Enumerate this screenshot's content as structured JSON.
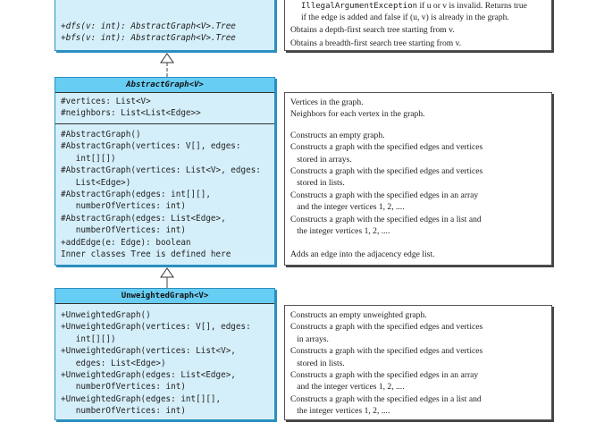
{
  "top_class": {
    "methods": [
      "+dfs(v: int): AbstractGraph<V>.Tree",
      "+bfs(v: int): AbstractGraph<V>.Tree"
    ]
  },
  "top_notes": {
    "exception_code": "IllegalArgumentException",
    "exception_text": " if u or v is invalid. Returns true",
    "line2": "if the edge is added and false if (u, v) is already in the graph.",
    "dfs": "Obtains a depth-first search tree starting from v.",
    "bfs": "Obtains a breadth-first search tree starting from v."
  },
  "abstract_graph": {
    "title": "AbstractGraph<V>",
    "fields": [
      "#vertices: List<V>",
      "#neighbors: List<List<Edge>>"
    ],
    "methods": [
      "#AbstractGraph()",
      "#AbstractGraph(vertices: V[], edges:",
      "   int[][])",
      "#AbstractGraph(vertices: List<V>, edges:",
      "   List<Edge>)",
      "#AbstractGraph(edges: int[][],",
      "   numberOfVertices: int)",
      "#AbstractGraph(edges: List<Edge>,",
      "   numberOfVertices: int)",
      "+addEdge(e: Edge): boolean",
      "Inner classes Tree is defined here"
    ],
    "field_notes": [
      "Vertices in the graph.",
      "Neighbors for each vertex in the graph."
    ],
    "method_notes": [
      "Constructs an empty graph.",
      "Constructs a graph with the specified edges and vertices",
      "   stored in arrays.",
      "Constructs a graph with the specified edges and vertices",
      "   stored in lists.",
      "Constructs a graph with the specified edges in an array",
      "   and the integer vertices 1, 2, ....",
      "Constructs a graph with the specified edges in a list and",
      "   the integer vertices 1, 2, ....",
      "",
      "Adds an edge into the adjacency edge list."
    ]
  },
  "unweighted_graph": {
    "title": "UnweightedGraph<V>",
    "methods": [
      "+UnweightedGraph()",
      "+UnweightedGraph(vertices: V[], edges:",
      "   int[][])",
      "+UnweightedGraph(vertices: List<V>,",
      "   edges: List<Edge>)",
      "+UnweightedGraph(edges: List<Edge>,",
      "   numberOfVertices: int)",
      "+UnweightedGraph(edges: int[][],",
      "   numberOfVertices: int)"
    ],
    "method_notes": [
      "Constructs an empty unweighted graph.",
      "Constructs a graph with the specified edges and vertices",
      "   in arrays.",
      "Constructs a graph with the specified edges and vertices",
      "   stored in lists.",
      "Constructs a graph with the specified edges in an array",
      "   and the integer vertices 1, 2, ....",
      "Constructs a graph with the specified edges in a list and",
      "   the integer vertices 1, 2, ...."
    ]
  },
  "colors": {
    "class_header": "#67cdf2",
    "class_body": "#d5effa",
    "border": "#2a8fc0"
  }
}
